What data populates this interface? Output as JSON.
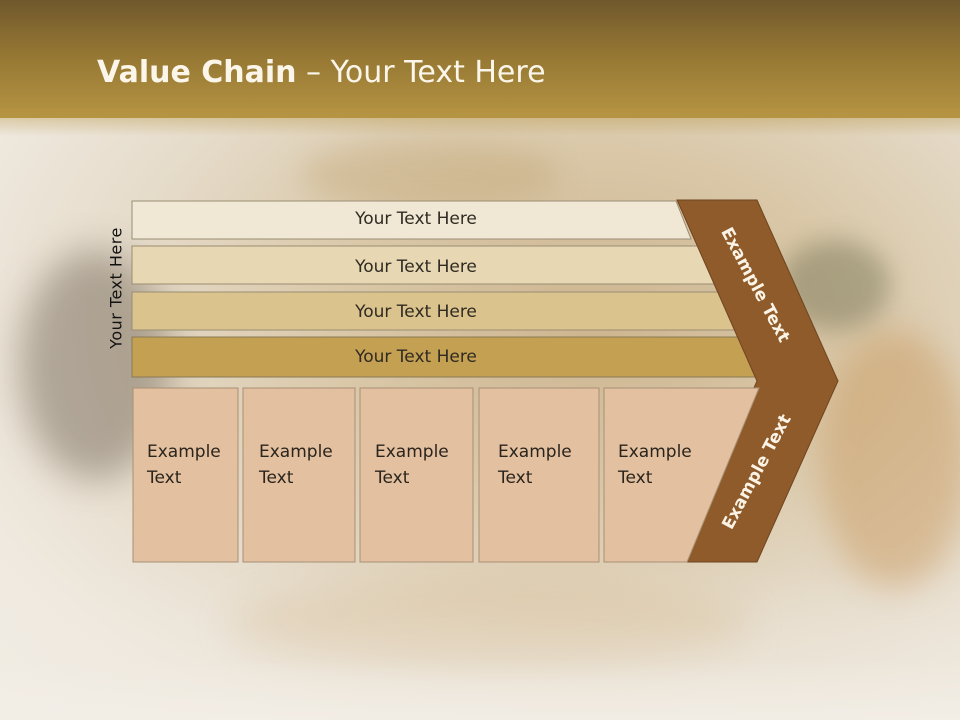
{
  "slide": {
    "title_bold": "Value Chain",
    "title_rest": " – Your Text Here",
    "side_label": "Your Text Here"
  },
  "bars": [
    {
      "label": "Your Text Here",
      "color": "#f0e8d5"
    },
    {
      "label": "Your Text Here",
      "color": "#e7d8b3"
    },
    {
      "label": "Your Text Here",
      "color": "#dbc38e"
    },
    {
      "label": "Your Text Here",
      "color": "#c4a052"
    }
  ],
  "boxes": [
    {
      "line1": "Example",
      "line2": "Text"
    },
    {
      "line1": "Example",
      "line2": "Text"
    },
    {
      "line1": "Example",
      "line2": "Text"
    },
    {
      "line1": "Example",
      "line2": "Text"
    },
    {
      "line1": "Example",
      "line2": "Text"
    }
  ],
  "arrow": {
    "top_label": "Example Text",
    "bottom_label": "Example Text",
    "color": "#8f5b2a"
  },
  "colors": {
    "box_fill": "#e2c0a0",
    "title_bar": "#947633",
    "title_text": "#fbf6e9"
  }
}
